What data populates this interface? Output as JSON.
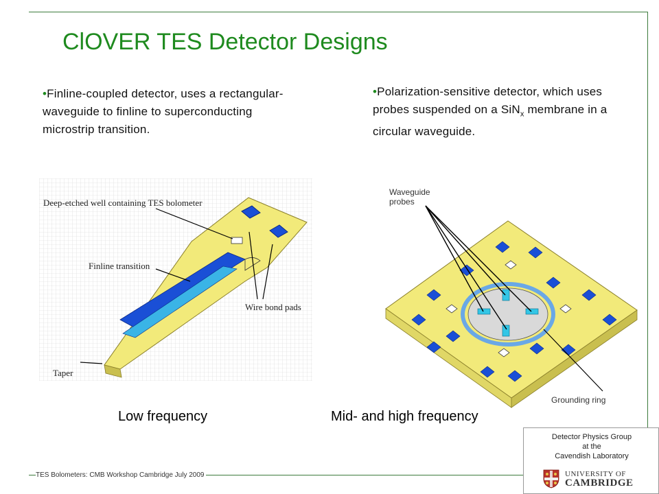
{
  "slide": {
    "title": "ClOVER TES Detector Designs",
    "bullet_left": "Finline-coupled detector, uses a rectangular-waveguide to finline to superconducting microstrip transition.",
    "bullet_right_pre": "Polarization-sensitive detector, which uses probes suspended on a SiN",
    "bullet_right_sub": "x",
    "bullet_right_post": " membrane in a circular waveguide.",
    "bullet_mark": "•"
  },
  "figure_left": {
    "label_well": "Deep-etched well containing TES bolometer",
    "label_finline": "Finline transition",
    "label_pads": "Wire bond pads",
    "label_taper": "Taper",
    "caption": "Low frequency"
  },
  "figure_right": {
    "label_probes_1": "Waveguide",
    "label_probes_2": "probes",
    "label_ring": "Grounding ring",
    "caption": "Mid- and high frequency"
  },
  "footer": {
    "text": "TES Bolometers: CMB Workshop Cambridge July 2009"
  },
  "affiliation": {
    "line1": "Detector Physics Group",
    "line2": "at  the",
    "line3": "Cavendish Laboratory",
    "uni_line1": "UNIVERSITY OF",
    "uni_line2": "CAMBRIDGE"
  },
  "colors": {
    "title_green": "#1e8a1e",
    "frame_green": "#3c7a3c",
    "chip_yellow": "#f2ea7a",
    "pad_blue": "#1a4fd6",
    "probe_cyan": "#33c6e6"
  }
}
